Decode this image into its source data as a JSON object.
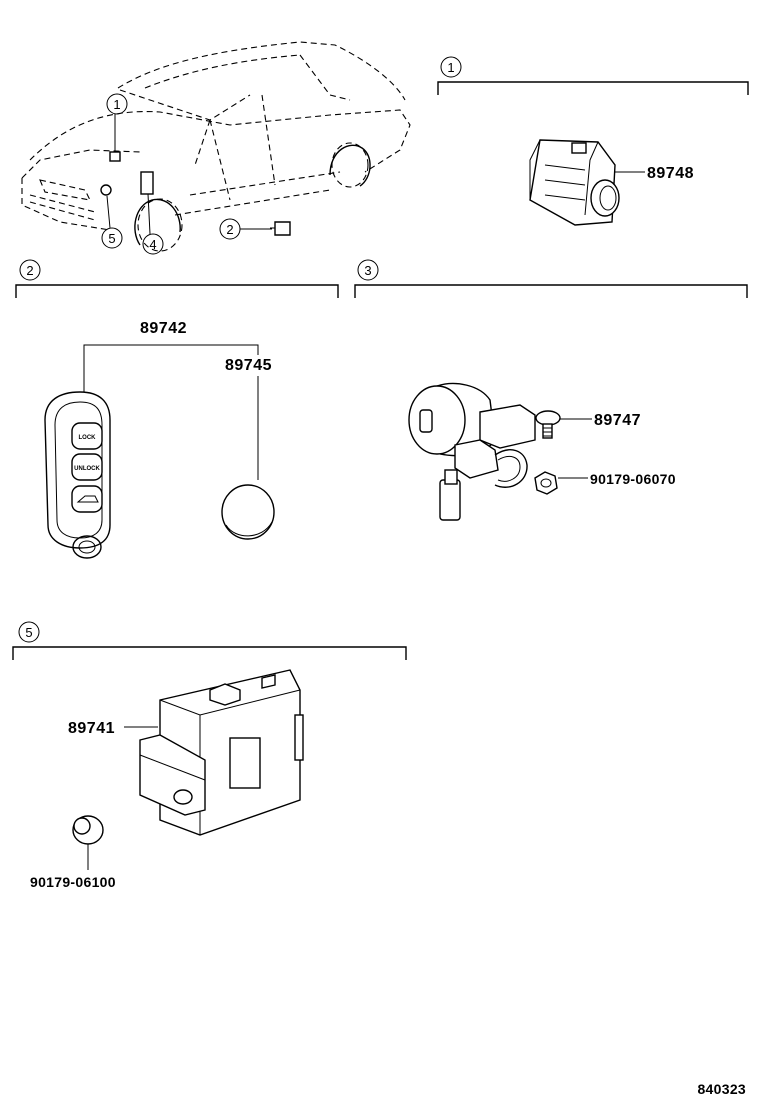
{
  "callouts": {
    "c1": "1",
    "c2": "2",
    "c3": "3",
    "c4": "4",
    "c5": "5"
  },
  "part_numbers": {
    "p89748": "89748",
    "p89742": "89742",
    "p89745": "89745",
    "p89747": "89747",
    "p9017906070": "90179-06070",
    "p89741": "89741",
    "p9017906100": "90179-06100"
  },
  "key_buttons": {
    "lock": "LOCK",
    "unlock": "UNLOCK"
  },
  "diagram_id": "840323"
}
